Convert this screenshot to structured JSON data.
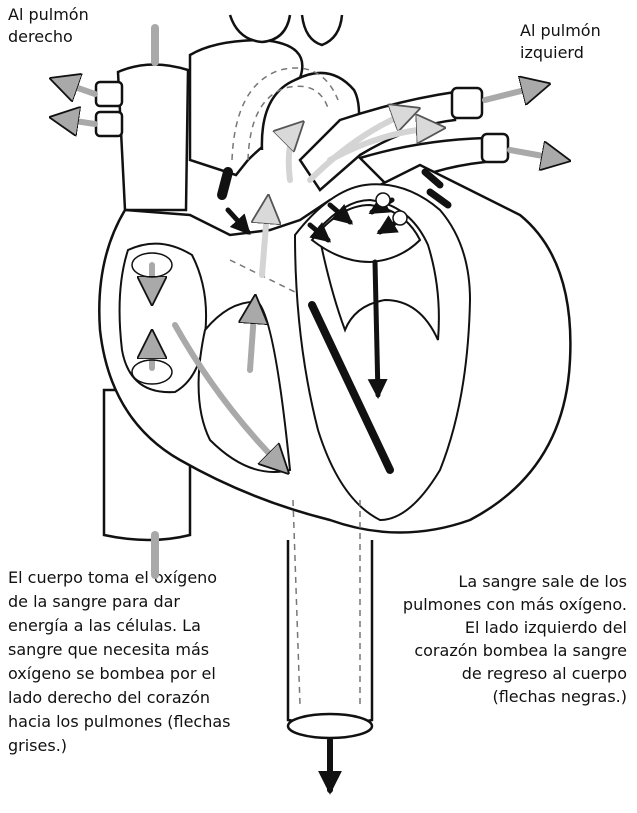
{
  "labels": {
    "right_lung": "Al pulmón\nderecho",
    "left_lung": "Al pulmón\nizquierd",
    "left_text": "El cuerpo toma el oxígeno de la sangre para dar energía a las células. La sangre que necesita más oxígeno se bombea por el lado derecho del corazón hacia los pulmones (flechas grises.)",
    "right_text": "La sangre sale de los pulmones con más oxígeno. El lado izquierdo del corazón bombea la sangre de regreso al cuerpo (flechas negras.)"
  },
  "colors": {
    "outline": "#111111",
    "gray_arrow": "#a9a9a9",
    "light_arrow": "#d4d4d4",
    "black_arrow": "#111111"
  }
}
